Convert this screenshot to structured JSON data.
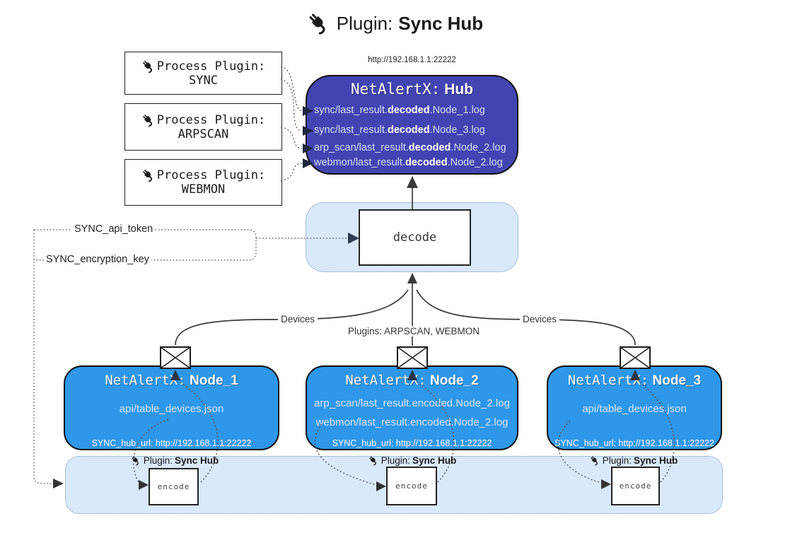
{
  "title": {
    "prefix": "Plugin:",
    "bold": "Sync Hub"
  },
  "process_plugins": {
    "heading": "Process Plugin:",
    "items": [
      {
        "name": "SYNC"
      },
      {
        "name": "ARPSCAN"
      },
      {
        "name": "WEBMON"
      }
    ]
  },
  "hub": {
    "url": "http://192.168.1.1:22222",
    "title_prefix": "NetAlertX:",
    "title_bold": "Hub",
    "logs": [
      {
        "pre": "sync/last_result.",
        "bold": "decoded",
        "post": ".Node_1.log"
      },
      {
        "pre": "sync/last_result.",
        "bold": "decoded",
        "post": ".Node_3.log"
      },
      {
        "pre": "arp_scan/last_result.",
        "bold": "decoded",
        "post": ".Node_2.log"
      },
      {
        "pre": "webmon/last_result.",
        "bold": "decoded",
        "post": ".Node_2.log"
      }
    ]
  },
  "decode_label": "decode",
  "keys": {
    "api_token": "SYNC_api_token",
    "encryption_key": "SYNC_encryption_key"
  },
  "edges": {
    "devices_left": "Devices",
    "plugins_center": "Plugins: ARPSCAN, WEBMON",
    "devices_right": "Devices"
  },
  "nodes": [
    {
      "title_prefix": "NetAlertX:",
      "title_bold": "Node_1",
      "files": [
        "api/table_devices.json"
      ],
      "hub_url": "SYNC_hub_url: http://192.168.1.1:22222"
    },
    {
      "title_prefix": "NetAlertX:",
      "title_bold": "Node_2",
      "files": [
        "arp_scan/last_result.encoded.Node_2.log",
        "webmon/last_result.encoded.Node_2.log"
      ],
      "hub_url": "SYNC_hub_url: http://192.168.1.1:22222"
    },
    {
      "title_prefix": "NetAlertX:",
      "title_bold": "Node_3",
      "files": [
        "api/table_devices.json"
      ],
      "hub_url": "SYNC_hub_url: http://192.168.1.1:22222"
    }
  ],
  "band": {
    "label_prefix": "Plugin:",
    "label_bold": "Sync Hub",
    "encode_label": "encode"
  },
  "icons": {
    "plug_icon": "power-plug",
    "envelope_icon": "envelope"
  },
  "colors": {
    "hub_fill": "#4245b1",
    "node_fill": "#2e97e9",
    "panel_fill": "#d9e9fb",
    "panel_border": "#6d93b8",
    "line": "#3a3a3a",
    "arrowhead_navy": "#2e3c52"
  }
}
